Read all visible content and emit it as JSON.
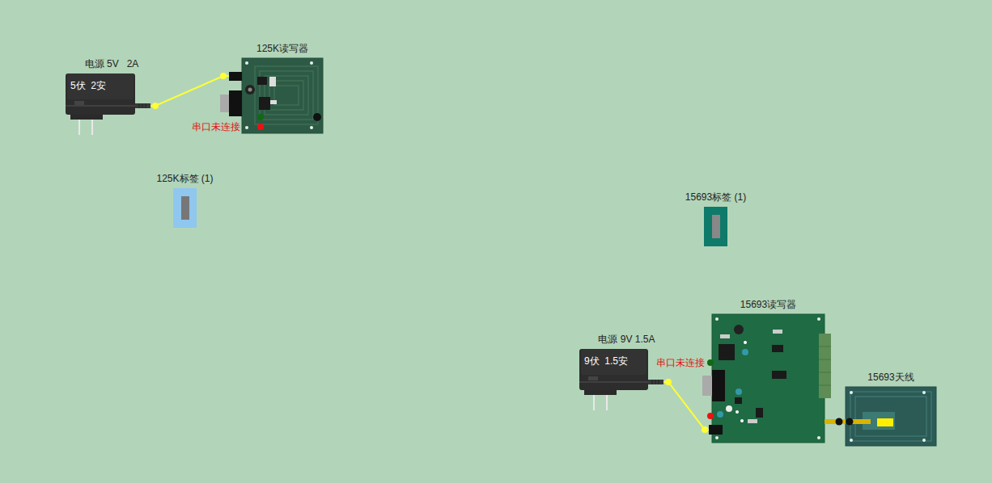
{
  "diagram": {
    "nodes": [
      {
        "text": [
          "电源 5V   2A",
          "5伏  2安"
        ]
      },
      {
        "text": [
          "125K读写器"
        ]
      },
      {
        "text": [
          "125K标签 (1)"
        ]
      },
      {
        "text": [
          "15693标签 (1)"
        ]
      },
      {
        "text": [
          "电源 9V 1.5A",
          "9伏  1.5安"
        ]
      },
      {
        "text": [
          "15693读写器"
        ]
      },
      {
        "text": [
          "15693天线"
        ]
      }
    ],
    "edges": [
      {
        "from": 0,
        "to": 1,
        "arrow": "none"
      },
      {
        "from": 4,
        "to": 5,
        "arrow": "none"
      },
      {
        "from": 5,
        "to": 6,
        "arrow": "none"
      }
    ],
    "labels": [
      "串口未连接",
      "串口未连接"
    ]
  }
}
